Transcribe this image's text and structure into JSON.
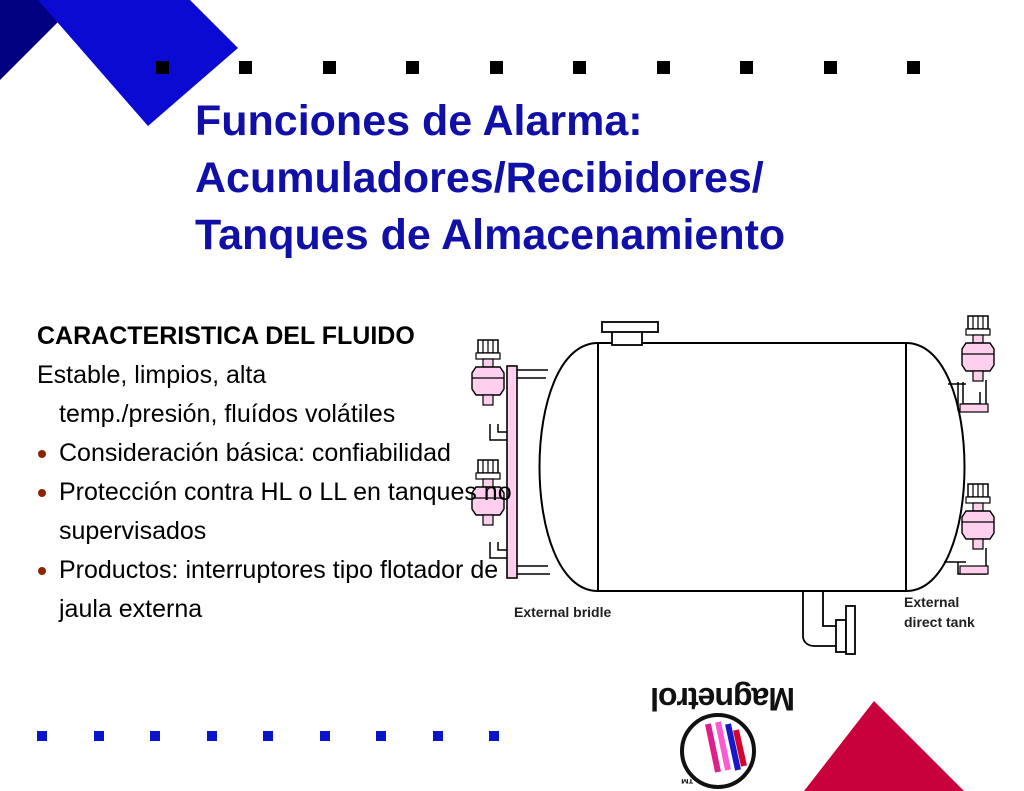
{
  "slide": {
    "title_lines": [
      "Funciones de Alarma:",
      "Acumuladores/Recibidores/",
      "Tanques de Almacenamiento"
    ],
    "heading": "CARACTERISTICA DEL FLUIDO",
    "intro_lines": [
      "Estable, limpios, alta",
      "temp./presión, fluídos volátiles"
    ],
    "bullets": [
      "Consideración básica: confiabilidad",
      "Protección contra HL o LL en tanques no supervisados",
      "Productos: interruptores tipo flotador de jaula externa"
    ]
  },
  "diagram": {
    "label_bridle": "External bridle",
    "label_direct_line1": "External",
    "label_direct_line2": "direct tank"
  },
  "logo": {
    "wordmark": "Magnetrol"
  },
  "colors": {
    "title": "#1010a8",
    "corner_blue": "#0a0ad2",
    "corner_red": "#c8003c",
    "bottom_dots": "#0a14c8",
    "bullet": "#8b2500",
    "switch_housing": "#ffd0ee"
  }
}
